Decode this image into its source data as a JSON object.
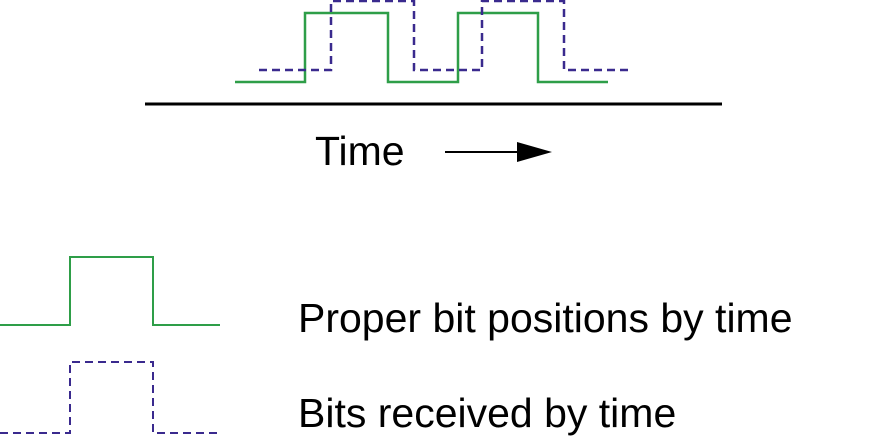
{
  "axis": {
    "label": "Time"
  },
  "legend": [
    {
      "label": "Proper bit positions by time",
      "style": "solid",
      "color": "#2e9e48"
    },
    {
      "label": "Bits received by time",
      "style": "dashed",
      "color": "#3a2a8e"
    }
  ],
  "colors": {
    "proper": "#2e9e48",
    "received": "#3a2a8e",
    "axis": "#000000"
  }
}
